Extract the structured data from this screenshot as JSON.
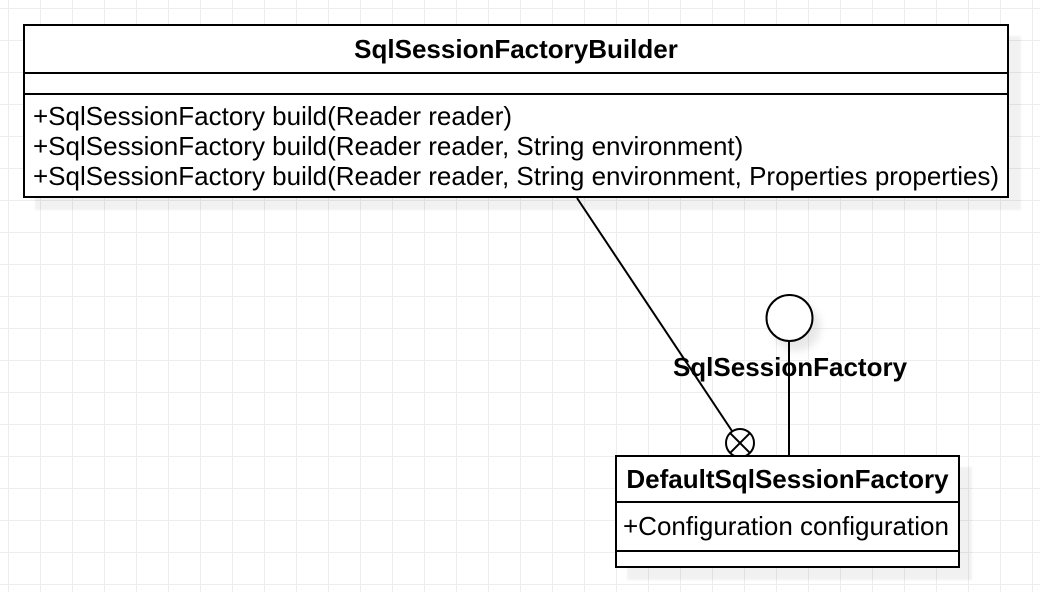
{
  "diagram": {
    "builder_class": {
      "name": "SqlSessionFactoryBuilder",
      "attributes": [],
      "methods": [
        "+SqlSessionFactory build(Reader reader)",
        "+SqlSessionFactory build(Reader reader, String environment)",
        "+SqlSessionFactory build(Reader reader, String environment, Properties properties)"
      ]
    },
    "interface_lollipop": {
      "name": "SqlSessionFactory"
    },
    "impl_class": {
      "name": "DefaultSqlSessionFactory",
      "attributes": [
        "+Configuration configuration"
      ]
    },
    "colors": {
      "stroke": "#000000",
      "shape_fill": "#ffffff",
      "grid_line": "#ededed",
      "shadow": "rgba(0,0,0,0.06)"
    }
  }
}
